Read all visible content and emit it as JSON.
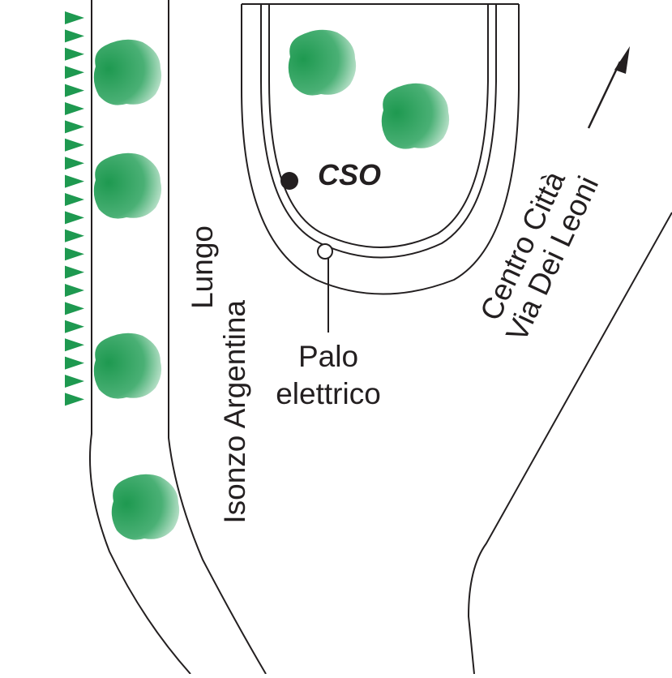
{
  "labels": {
    "road_left_line1": "Lungo",
    "road_left_line2": "Isonzo Argentina",
    "cso": "CSO",
    "pole_line1": "Palo",
    "pole_line2": "elettrico",
    "road_right_line1": "Centro Città",
    "road_right_line2": "Via Dei Leoni"
  },
  "colors": {
    "tree": "#1e9950",
    "hedge": "#1e9950",
    "line": "#231f20"
  },
  "icons": {
    "tree": "tree-icon",
    "hedge": "hedge-triangle-icon",
    "arrow": "direction-arrow-icon",
    "cso_marker": "filled-circle-icon",
    "pole_marker": "open-circle-icon"
  }
}
